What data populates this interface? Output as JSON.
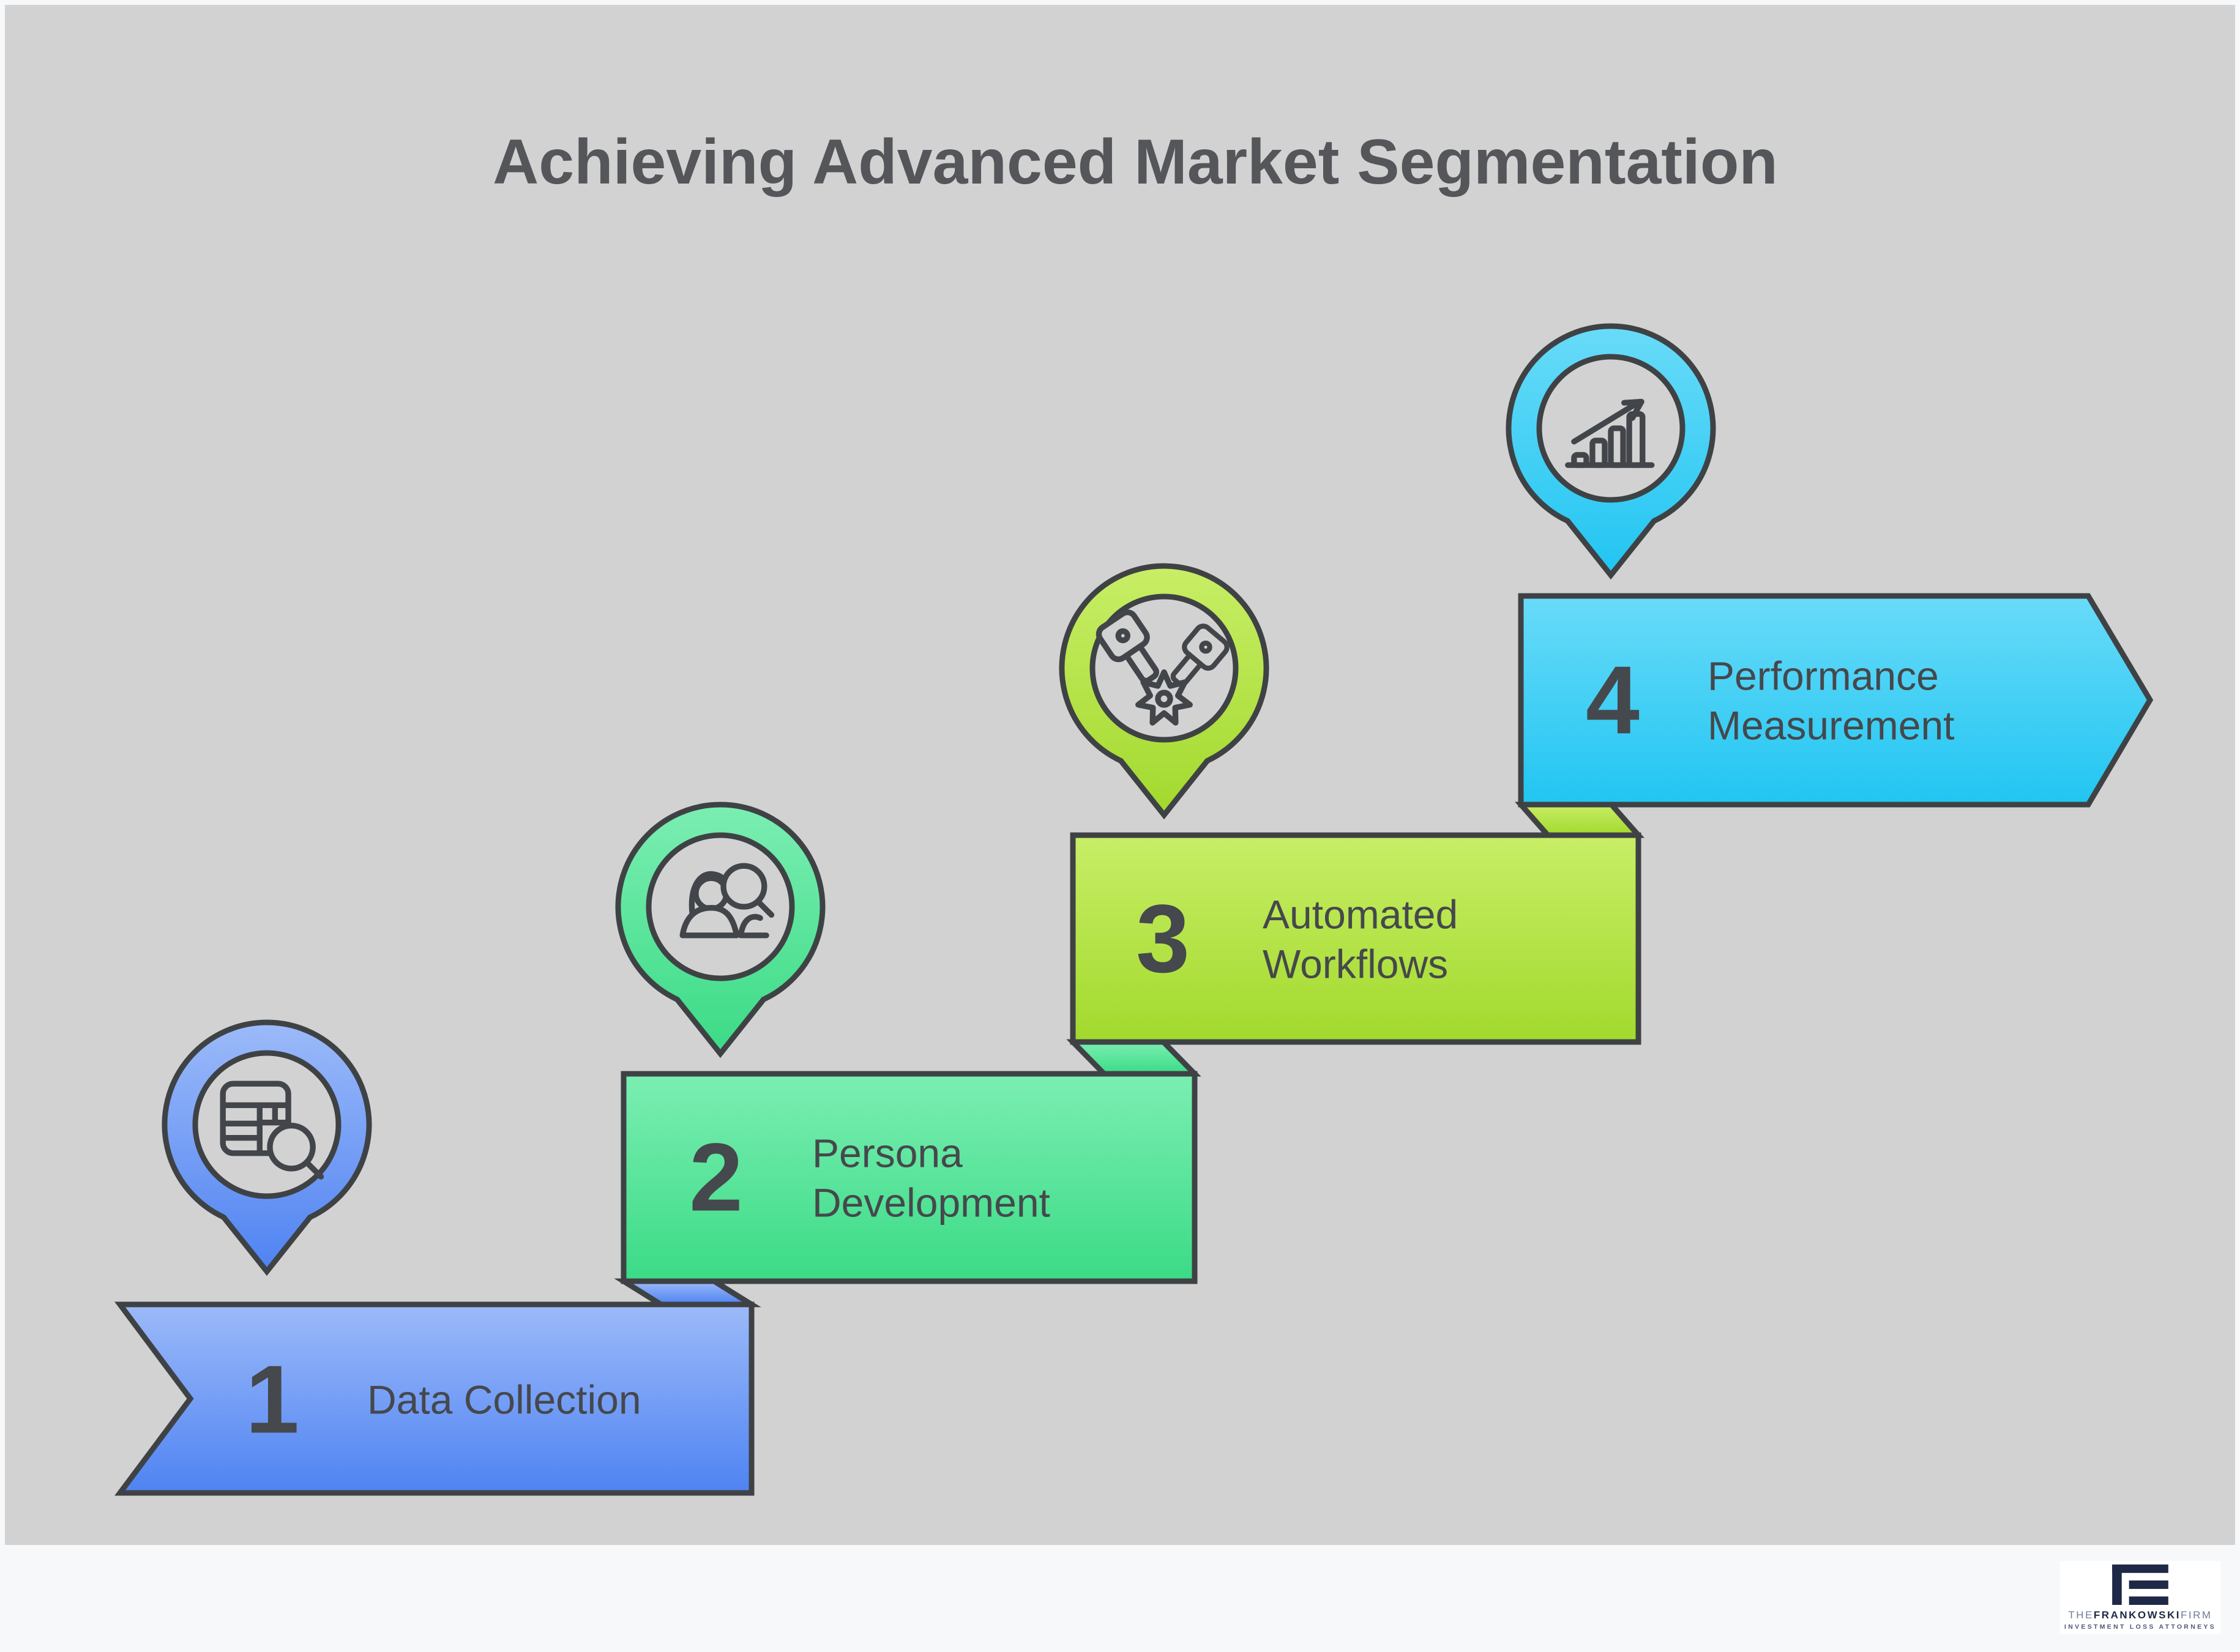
{
  "title": "Achieving Advanced Market Segmentation",
  "canvas": {
    "background": "#d2d2d2",
    "page_background": "#f7f8f9",
    "outline_color": "#3f4245",
    "text_color": "#45484c"
  },
  "steps": [
    {
      "number": "1",
      "label": "Data Collection",
      "icon": "table-search-icon",
      "color_top": "#9cbaf9",
      "color_bottom": "#4f83f2"
    },
    {
      "number": "2",
      "label": "Persona Development",
      "icon": "persona-search-icon",
      "color_top": "#7beeb2",
      "color_bottom": "#3bdb86"
    },
    {
      "number": "3",
      "label": "Automated Workflows",
      "icon": "pistons-gear-icon",
      "color_top": "#c8ee66",
      "color_bottom": "#a2d92d"
    },
    {
      "number": "4",
      "label": "Performance Measurement",
      "icon": "growth-chart-icon",
      "color_top": "#69dbf8",
      "color_bottom": "#21c5f2"
    }
  ],
  "logo": {
    "name_pre": "THE",
    "name_main": "FRANKOWSKI",
    "name_post": "FIRM",
    "tagline": "INVESTMENT LOSS ATTORNEYS"
  }
}
